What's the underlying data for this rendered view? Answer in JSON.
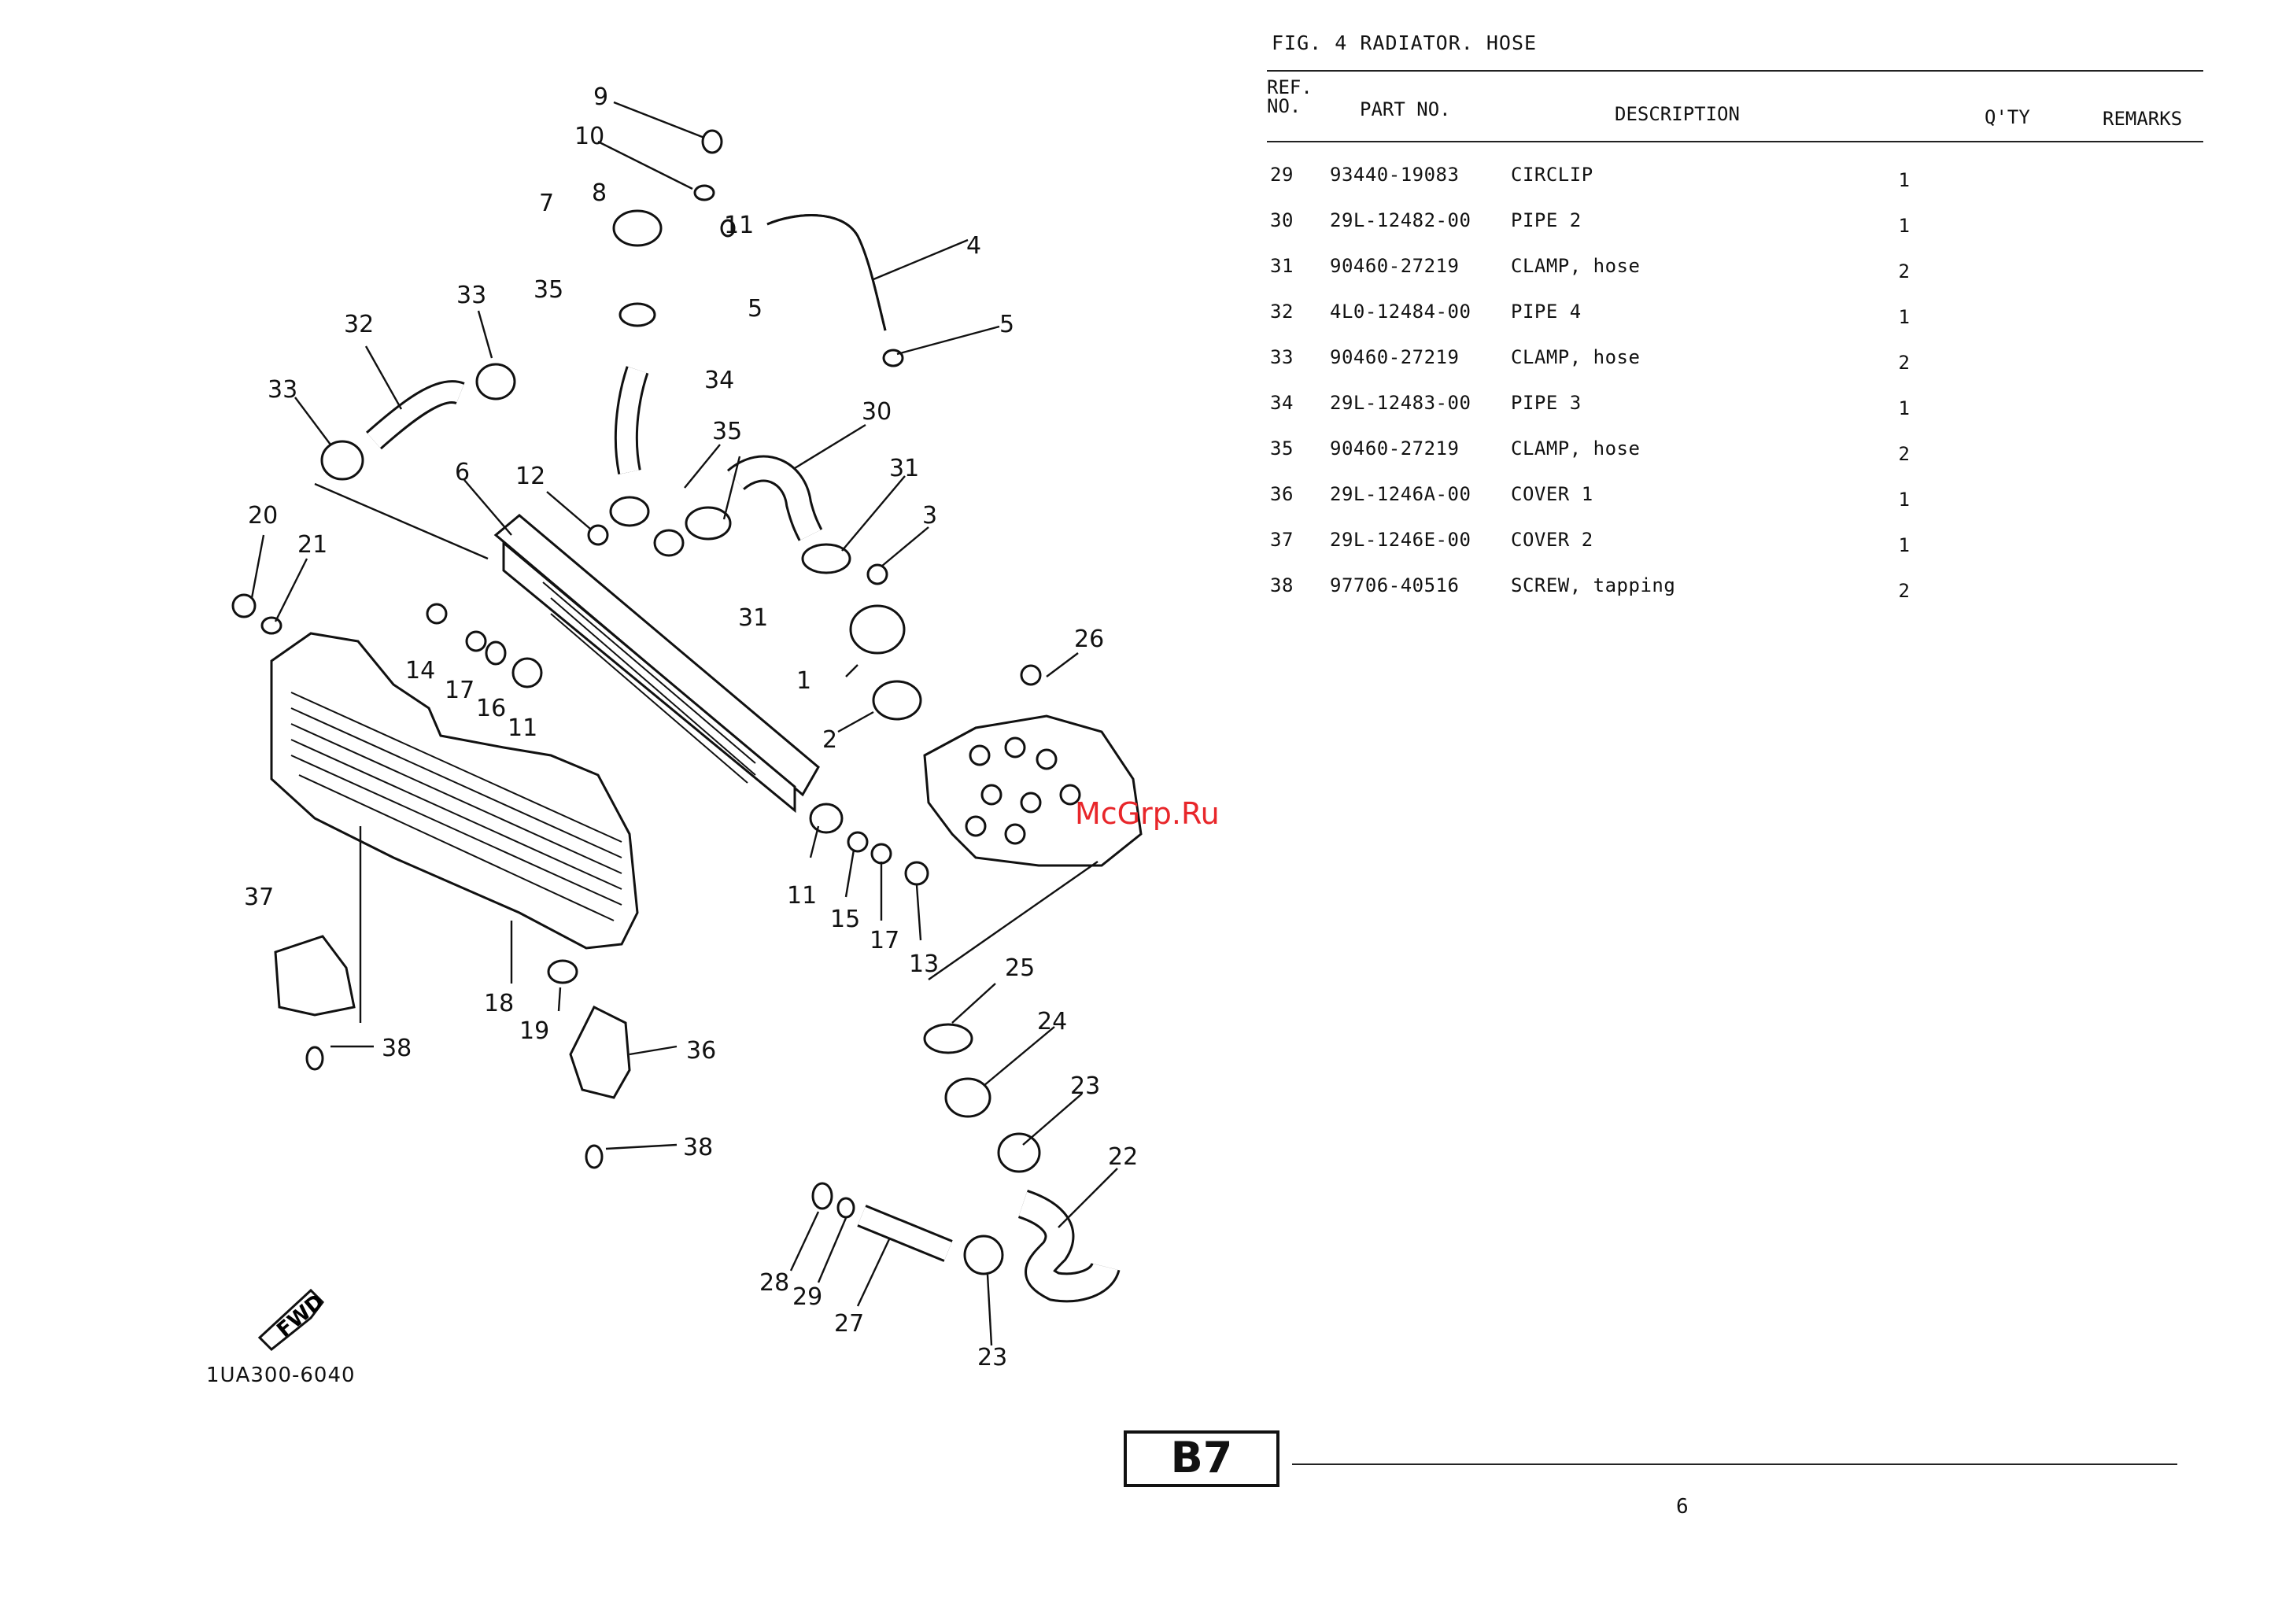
{
  "figure": {
    "title": "FIG.  4  RADIATOR. HOSE"
  },
  "table": {
    "headers": {
      "ref_line1": "REF.",
      "ref_line2": "NO.",
      "part_no": "PART NO.",
      "description": "DESCRIPTION",
      "qty": "Q'TY",
      "remarks": "REMARKS"
    },
    "rows": [
      {
        "ref": "29",
        "part": "93440-19083",
        "desc": "CIRCLIP",
        "qty": "1",
        "remarks": ""
      },
      {
        "ref": "30",
        "part": "29L-12482-00",
        "desc": "PIPE 2",
        "qty": "1",
        "remarks": ""
      },
      {
        "ref": "31",
        "part": "90460-27219",
        "desc": "CLAMP, hose",
        "qty": "2",
        "remarks": ""
      },
      {
        "ref": "32",
        "part": "4L0-12484-00",
        "desc": "PIPE 4",
        "qty": "1",
        "remarks": ""
      },
      {
        "ref": "33",
        "part": "90460-27219",
        "desc": "CLAMP, hose",
        "qty": "2",
        "remarks": ""
      },
      {
        "ref": "34",
        "part": "29L-12483-00",
        "desc": "PIPE 3",
        "qty": "1",
        "remarks": ""
      },
      {
        "ref": "35",
        "part": "90460-27219",
        "desc": "CLAMP, hose",
        "qty": "2",
        "remarks": ""
      },
      {
        "ref": "36",
        "part": "29L-1246A-00",
        "desc": "COVER 1",
        "qty": "1",
        "remarks": ""
      },
      {
        "ref": "37",
        "part": "29L-1246E-00",
        "desc": "COVER 2",
        "qty": "1",
        "remarks": ""
      },
      {
        "ref": "38",
        "part": "97706-40516",
        "desc": "SCREW, tapping",
        "qty": "2",
        "remarks": ""
      }
    ]
  },
  "diagram": {
    "code": "1UA300-6040",
    "fwd_label": "FWD",
    "callouts": [
      "9",
      "10",
      "8",
      "7",
      "11",
      "5",
      "4",
      "5",
      "33",
      "35",
      "32",
      "34",
      "33",
      "35",
      "30",
      "6",
      "12",
      "31",
      "3",
      "20",
      "21",
      "31",
      "1",
      "26",
      "14",
      "17",
      "16",
      "11",
      "2",
      "11",
      "15",
      "17",
      "13",
      "37",
      "18",
      "19",
      "25",
      "24",
      "36",
      "38",
      "38",
      "23",
      "22",
      "28",
      "29",
      "27",
      "23"
    ]
  },
  "watermark": "McGrp.Ru",
  "footer": {
    "page_code": "B7",
    "page_number": "6"
  }
}
